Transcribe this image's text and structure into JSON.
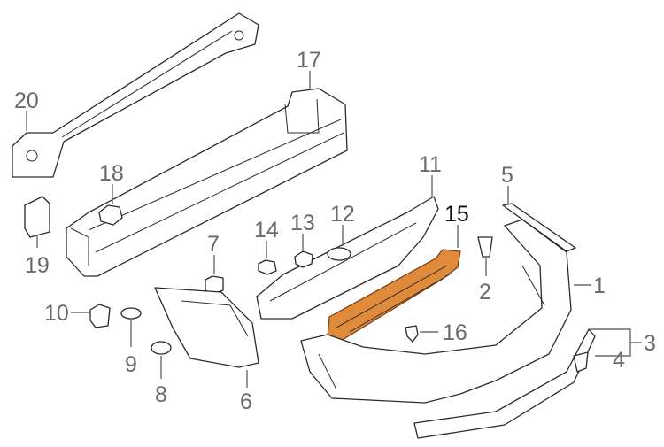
{
  "diagram": {
    "highlight_color": "#e08a3c",
    "line_color": "#2a2a2a",
    "label_color": "#6a6a6a",
    "highlighted_part": "15",
    "callouts": [
      {
        "id": "1",
        "label": "1"
      },
      {
        "id": "2",
        "label": "2"
      },
      {
        "id": "3",
        "label": "3"
      },
      {
        "id": "4",
        "label": "4"
      },
      {
        "id": "5",
        "label": "5"
      },
      {
        "id": "6",
        "label": "6"
      },
      {
        "id": "7",
        "label": "7"
      },
      {
        "id": "8",
        "label": "8"
      },
      {
        "id": "9",
        "label": "9"
      },
      {
        "id": "10",
        "label": "10"
      },
      {
        "id": "11",
        "label": "11"
      },
      {
        "id": "12",
        "label": "12"
      },
      {
        "id": "13",
        "label": "13"
      },
      {
        "id": "14",
        "label": "14"
      },
      {
        "id": "15",
        "label": "15"
      },
      {
        "id": "16",
        "label": "16"
      },
      {
        "id": "17",
        "label": "17"
      },
      {
        "id": "18",
        "label": "18"
      },
      {
        "id": "19",
        "label": "19"
      },
      {
        "id": "20",
        "label": "20"
      }
    ]
  }
}
